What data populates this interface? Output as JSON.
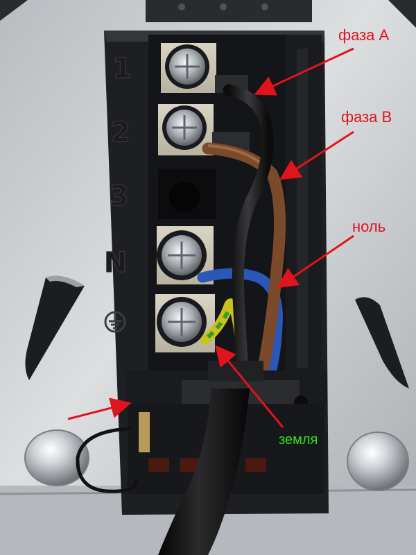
{
  "labels": {
    "phase_a": "фаза A",
    "phase_b": "фаза B",
    "neutral": "ноль",
    "ground": "земля"
  },
  "terminal_markings": [
    "1",
    "2",
    "3",
    "N"
  ],
  "colors": {
    "arrow": "#e0141c",
    "ground_label": "#33e01a",
    "wire_black": "#161616",
    "wire_brown": "#7a4a2a",
    "wire_blue": "#2a57b8",
    "wire_yellow": "#c8c21c",
    "wire_green": "#3a9a2a"
  },
  "icons": {
    "ground_symbol": "earth-ground-icon"
  }
}
